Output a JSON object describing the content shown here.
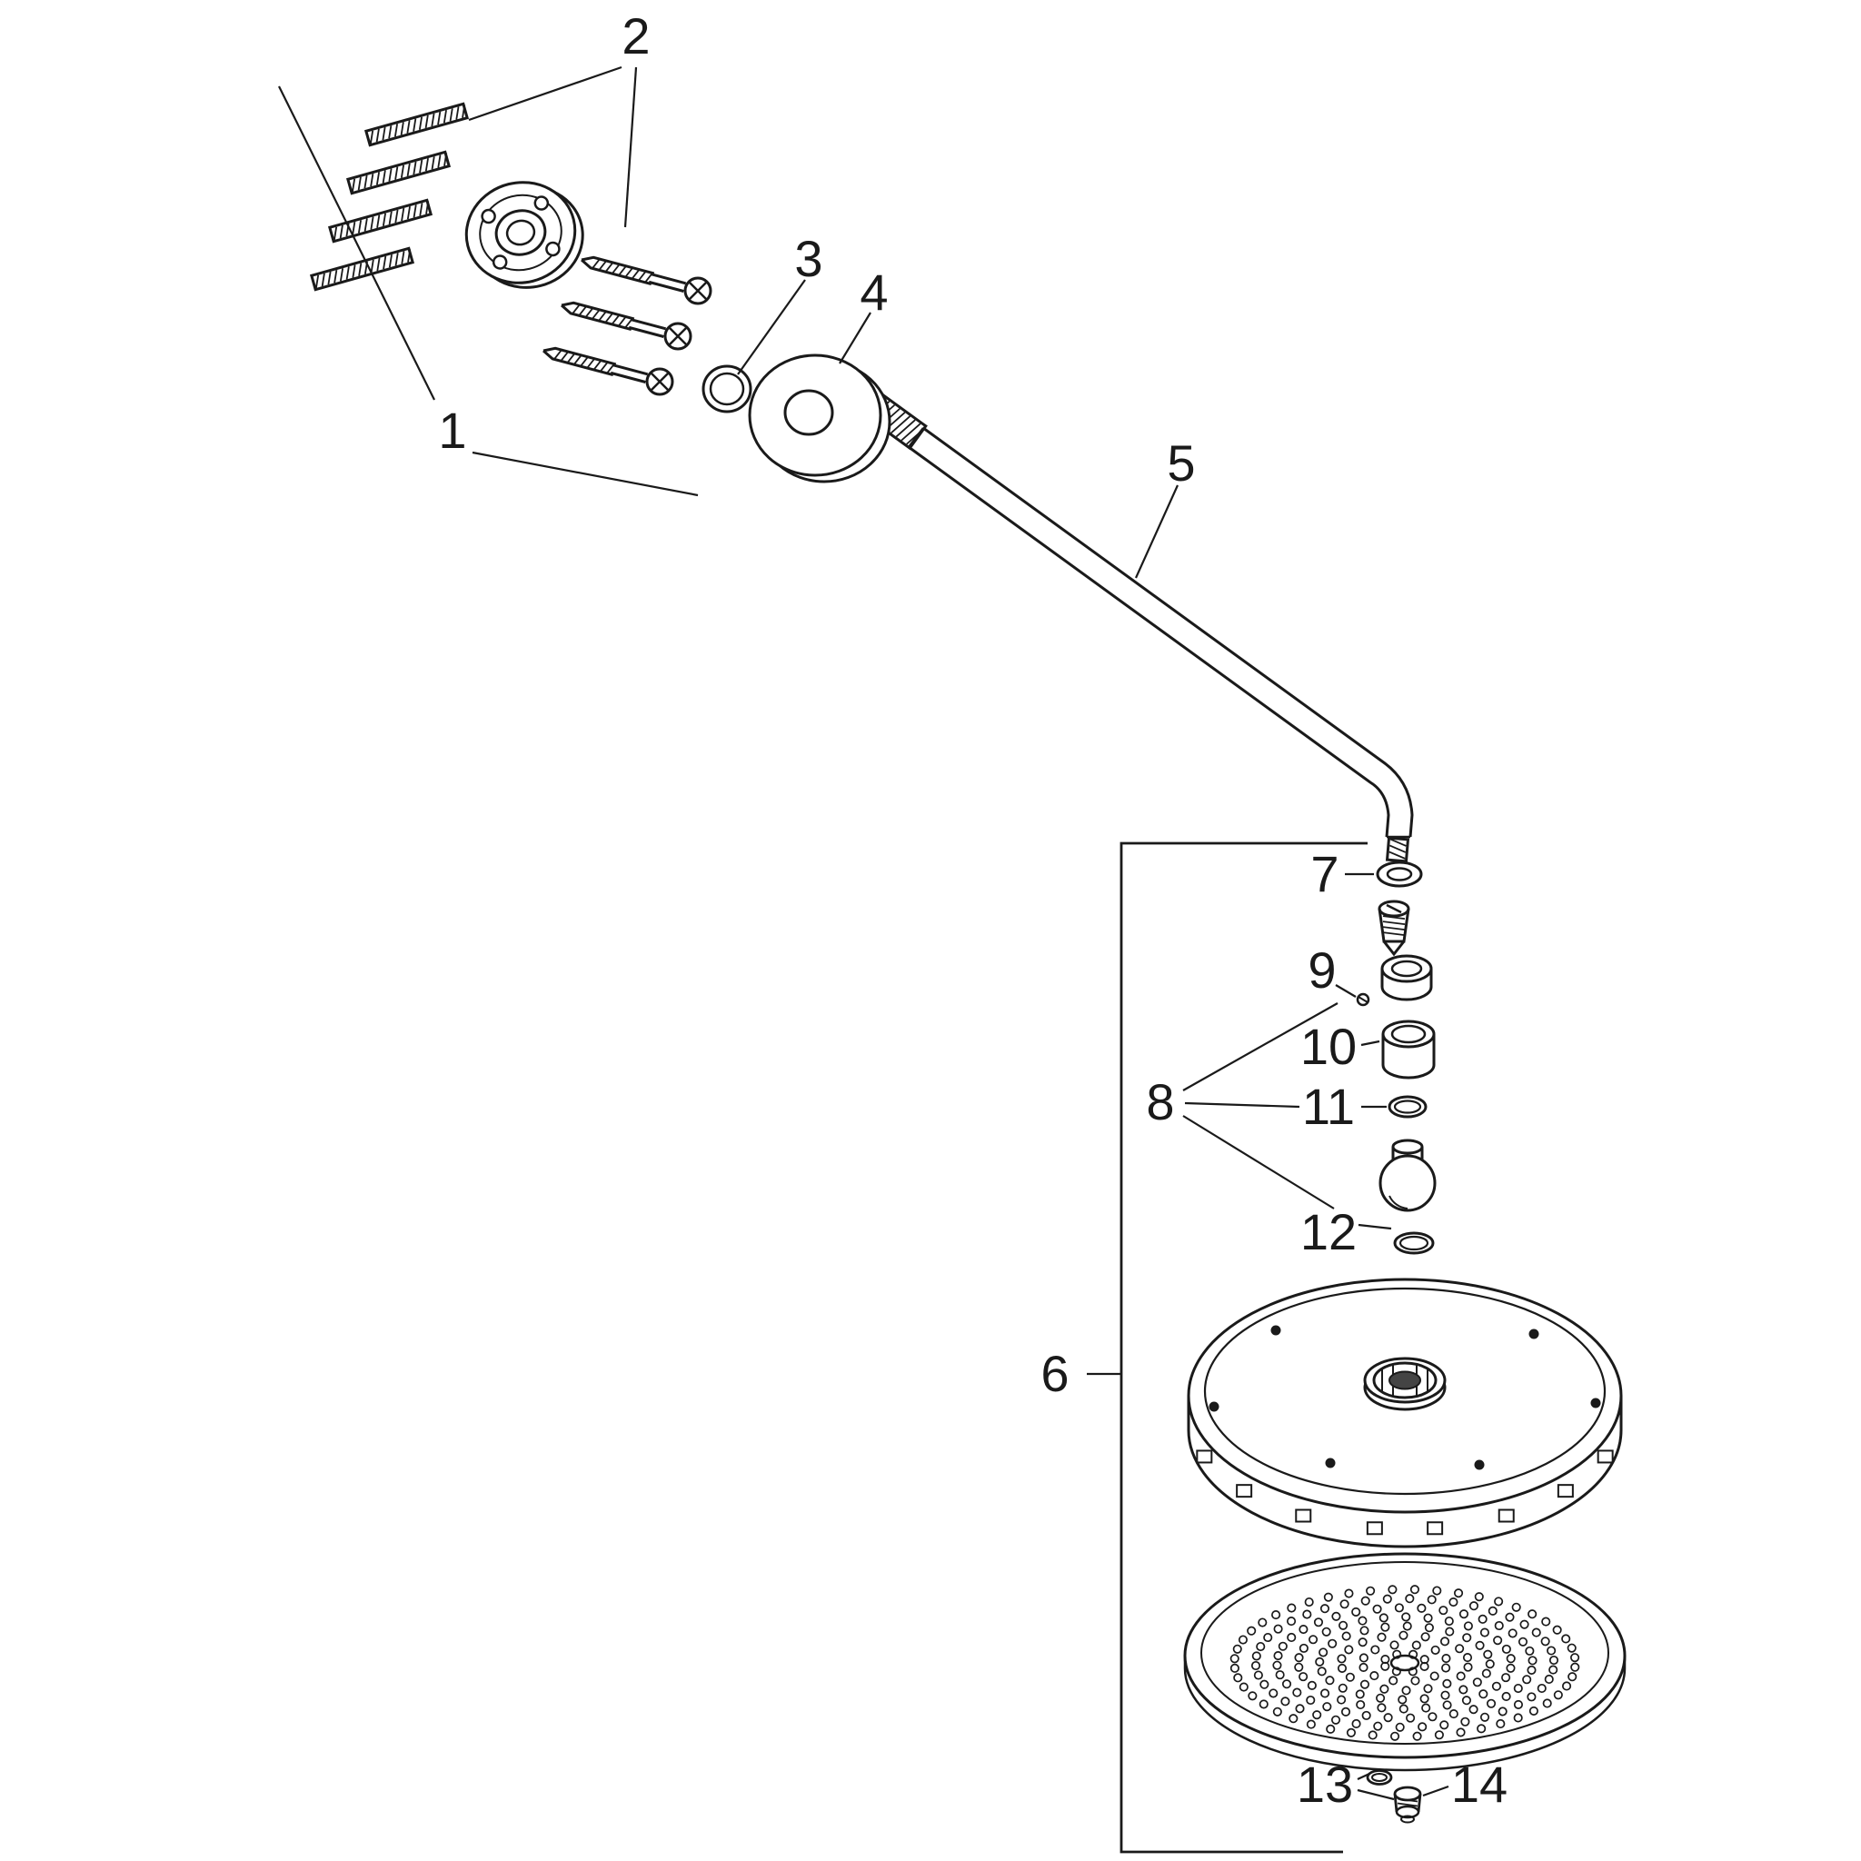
{
  "page": {
    "background": "#ffffff",
    "line_color": "#1a1a1a"
  },
  "diagram": {
    "labels": {
      "1": "1",
      "2": "2",
      "3": "3",
      "4": "4",
      "5": "5",
      "6": "6",
      "7": "7",
      "8": "8",
      "9": "9",
      "10": "10",
      "11": "11",
      "12": "12",
      "13": "13",
      "14": "14"
    }
  }
}
